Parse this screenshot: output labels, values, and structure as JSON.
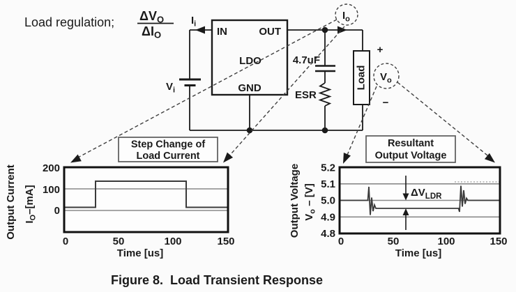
{
  "caption": "Figure 8.  Load Transient Response",
  "formula": {
    "label": "Load regulation;",
    "num": {
      "main": "ΔV",
      "sub": "O"
    },
    "den": {
      "main": "ΔI",
      "sub": "O"
    }
  },
  "circuit": {
    "ii": {
      "main": "I",
      "sub": "i"
    },
    "vi": {
      "main": "V",
      "sub": "i"
    },
    "ldo": {
      "chip": "LDO",
      "in": "IN",
      "out": "OUT",
      "gnd": "GND"
    },
    "cap": "4.7uF",
    "esr": "ESR",
    "load": "Load",
    "plus": "+",
    "minus": "−",
    "probes": {
      "io": {
        "main": "I",
        "sub": "o"
      },
      "vo": {
        "main": "V",
        "sub": "o"
      }
    }
  },
  "left_plot": {
    "callout": [
      "Step Change of",
      "Load Current"
    ],
    "ylabel": "Output Current",
    "yunit": {
      "main": "I",
      "sub": "O",
      "rest": "–[mA]"
    },
    "yticks": [
      "200",
      "100",
      "0"
    ],
    "xticks": [
      "0",
      "50",
      "100",
      "150"
    ],
    "xlabel": "Time [us]"
  },
  "right_plot": {
    "callout": [
      "Resultant",
      "Output Voltage"
    ],
    "ylabel": "Output Voltage",
    "yunit": {
      "main": "V",
      "sub": "o",
      "rest": " – [V]"
    },
    "yticks": [
      "5.2",
      "5.1",
      "5.0",
      "4.9",
      "4.8"
    ],
    "xticks": [
      "0",
      "50",
      "100",
      "150"
    ],
    "xlabel": "Time [us]",
    "delta": {
      "main": "ΔV",
      "sub": "LDR"
    }
  },
  "colors": {
    "ink": "#1a1a1a",
    "grid": "#8a8a8a",
    "trace": "#3a3a3a",
    "background": "#fbfbfb"
  },
  "chart_data": [
    {
      "type": "line",
      "title": "Step Change of Load Current",
      "xlabel": "Time [us]",
      "ylabel": "Output Current Io [mA]",
      "xlim": [
        0,
        150
      ],
      "ylim": [
        -100,
        200
      ],
      "xticks": [
        0,
        50,
        100,
        150
      ],
      "yticks": [
        0,
        100,
        200
      ],
      "grid_y": [
        0,
        100
      ],
      "legend": "none",
      "series": [
        {
          "name": "Io step",
          "x": [
            0,
            29,
            29,
            112,
            112,
            150
          ],
          "y": [
            10,
            10,
            135,
            135,
            10,
            10
          ]
        }
      ]
    },
    {
      "type": "line",
      "title": "Resultant Output Voltage",
      "xlabel": "Time [us]",
      "ylabel": "Output Voltage Vo [V]",
      "xlim": [
        0,
        150
      ],
      "ylim": [
        4.8,
        5.2
      ],
      "xticks": [
        0,
        50,
        100,
        150
      ],
      "yticks": [
        4.8,
        4.9,
        5.0,
        5.1,
        5.2
      ],
      "grid_y": [
        4.9,
        5.0,
        5.1
      ],
      "legend": "none",
      "annotation": "ΔV LDR ≈ 0.05 V between 5.0 V and 4.95 V",
      "series": [
        {
          "name": "Vo response",
          "x": [
            0,
            29,
            30,
            31,
            32,
            33,
            34,
            36,
            112,
            113,
            114,
            115,
            116,
            117,
            119,
            150
          ],
          "y": [
            5.0,
            5.0,
            5.08,
            4.87,
            4.98,
            4.91,
            4.95,
            4.95,
            4.95,
            4.92,
            5.1,
            4.96,
            5.03,
            4.99,
            5.0,
            5.0
          ]
        }
      ]
    }
  ]
}
